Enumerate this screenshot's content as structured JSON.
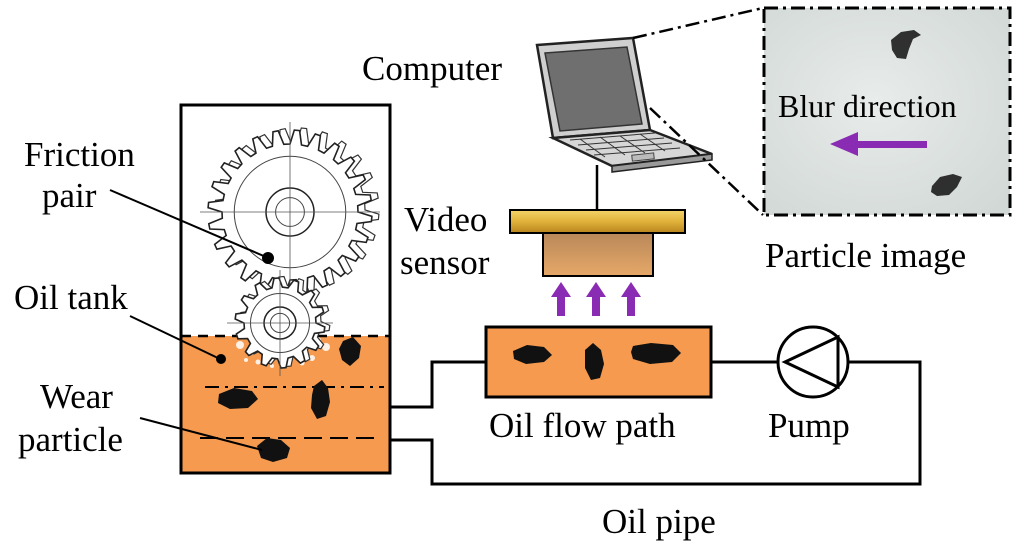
{
  "labels": {
    "friction_pair_line1": "Friction",
    "friction_pair_line2": "pair",
    "oil_tank": "Oil tank",
    "wear_particle_line1": "Wear",
    "wear_particle_line2": "particle",
    "computer": "Computer",
    "video_sensor_line1": "Video",
    "video_sensor_line2": "sensor",
    "blur_direction": "Blur direction",
    "particle_image": "Particle image",
    "oil_flow_path": "Oil flow path",
    "pump": "Pump",
    "oil_pipe": "Oil pipe"
  },
  "colors": {
    "oil": "#f59a4f",
    "particle": "#111111",
    "arrow": "#8a2bb3",
    "sensor_bar": "#e0b23a",
    "sensor_body": "#c98d57",
    "image_bg": "#dde3e2"
  },
  "icons": [
    "gear-icon",
    "laptop-icon",
    "pump-icon",
    "upward-arrow-icon",
    "left-arrow-icon"
  ]
}
